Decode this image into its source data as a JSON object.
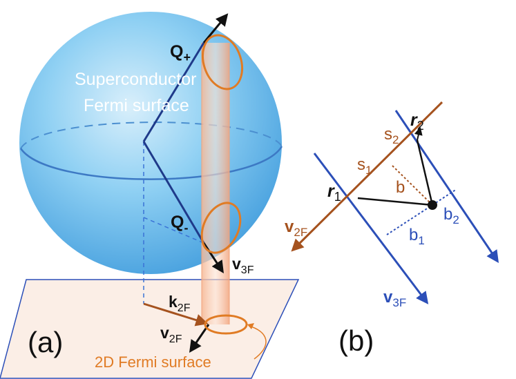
{
  "panel_a": {
    "label": "(a)",
    "q_plus": {
      "main": "Q",
      "sub": "+"
    },
    "q_minus": {
      "main": "Q",
      "sub": "-"
    },
    "sphere_title_line1": "Superconductor",
    "sphere_title_line2": "Fermi surface",
    "v3f": {
      "main": "v",
      "sub": "3F"
    },
    "k2f": {
      "main": "k",
      "sub": "2F"
    },
    "v2f": {
      "main": "v",
      "sub": "2F"
    },
    "plane_label": "2D Fermi surface"
  },
  "panel_b": {
    "label": "(b)",
    "r1": {
      "main": "r",
      "sub": "1"
    },
    "r2": {
      "main": "r",
      "sub": "2"
    },
    "s1": {
      "main": "s",
      "sub": "1"
    },
    "s2": {
      "main": "s",
      "sub": "2"
    },
    "b": "b",
    "b1": {
      "main": "b",
      "sub": "1"
    },
    "b2": {
      "main": "b",
      "sub": "2"
    },
    "v2f": {
      "main": "v",
      "sub": "2F"
    },
    "v3f": {
      "main": "v",
      "sub": "3F"
    }
  },
  "colors": {
    "sphere": "#7cc4ee",
    "navy": "#1f3a8a",
    "blue": "#2c4fb8",
    "orange": "#e07b24",
    "brown": "#a5521e",
    "plane_fill": "#fbeee6",
    "plane_stroke": "#2c4fb8",
    "black": "#111111"
  }
}
